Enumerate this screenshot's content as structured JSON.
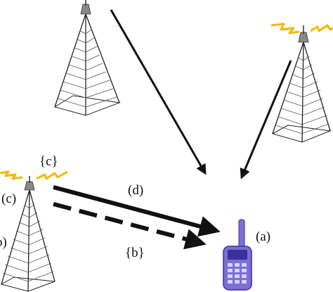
{
  "labels": {
    "phone": "(a)",
    "dashed_arrow": "{b}",
    "left_edge": "b)",
    "tower_top": "{c}",
    "tower_side": "(c)",
    "solid_arrow": "(d)"
  },
  "colors": {
    "ink": "#111111",
    "lightning": "#f5b800",
    "phone_body": "#7b6fd6",
    "phone_dark": "#3b2f9a",
    "phone_keys": "#d9d4f7"
  },
  "icons": {
    "towers": "radio-tower-icon",
    "signal": "lightning-bolt-icon",
    "phone": "mobile-phone-icon"
  }
}
